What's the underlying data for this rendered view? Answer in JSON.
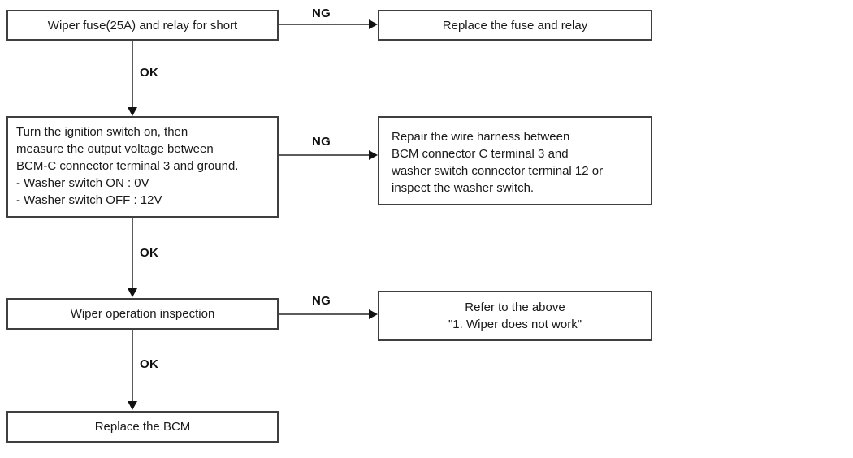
{
  "flowchart": {
    "title_hint": "Wiper washer troubleshooting flowchart",
    "colors": {
      "background": "#ffffff",
      "box_border": "#3f3f3f",
      "connector_line": "#5c5c5c",
      "arrowhead": "#111111",
      "text": "#1a1a1a"
    },
    "nodes": {
      "check_fuse": {
        "lines": [
          "Wiper fuse(25A) and relay for short"
        ]
      },
      "replace_fuse": {
        "lines": [
          "Replace the fuse and relay"
        ]
      },
      "measure_voltage": {
        "lines": [
          "Turn the ignition switch on, then",
          "measure the output voltage between",
          "BCM-C connector terminal 3 and ground.",
          "- Washer switch ON : 0V",
          "- Washer switch OFF : 12V"
        ]
      },
      "repair_harness": {
        "lines": [
          "Repair the wire harness between",
          "BCM connector C terminal 3 and",
          "washer switch connector terminal 12 or",
          "inspect the washer switch."
        ]
      },
      "wiper_inspection": {
        "lines": [
          "Wiper operation inspection"
        ]
      },
      "refer_above": {
        "lines": [
          "Refer to the above",
          "\"1. Wiper does not work\""
        ]
      },
      "replace_bcm": {
        "lines": [
          "Replace the BCM"
        ]
      }
    },
    "edges": [
      {
        "from": "check_fuse",
        "to": "replace_fuse",
        "label": "NG"
      },
      {
        "from": "check_fuse",
        "to": "measure_voltage",
        "label": "OK"
      },
      {
        "from": "measure_voltage",
        "to": "repair_harness",
        "label": "NG"
      },
      {
        "from": "measure_voltage",
        "to": "wiper_inspection",
        "label": "OK"
      },
      {
        "from": "wiper_inspection",
        "to": "refer_above",
        "label": "NG"
      },
      {
        "from": "wiper_inspection",
        "to": "replace_bcm",
        "label": "OK"
      }
    ]
  }
}
